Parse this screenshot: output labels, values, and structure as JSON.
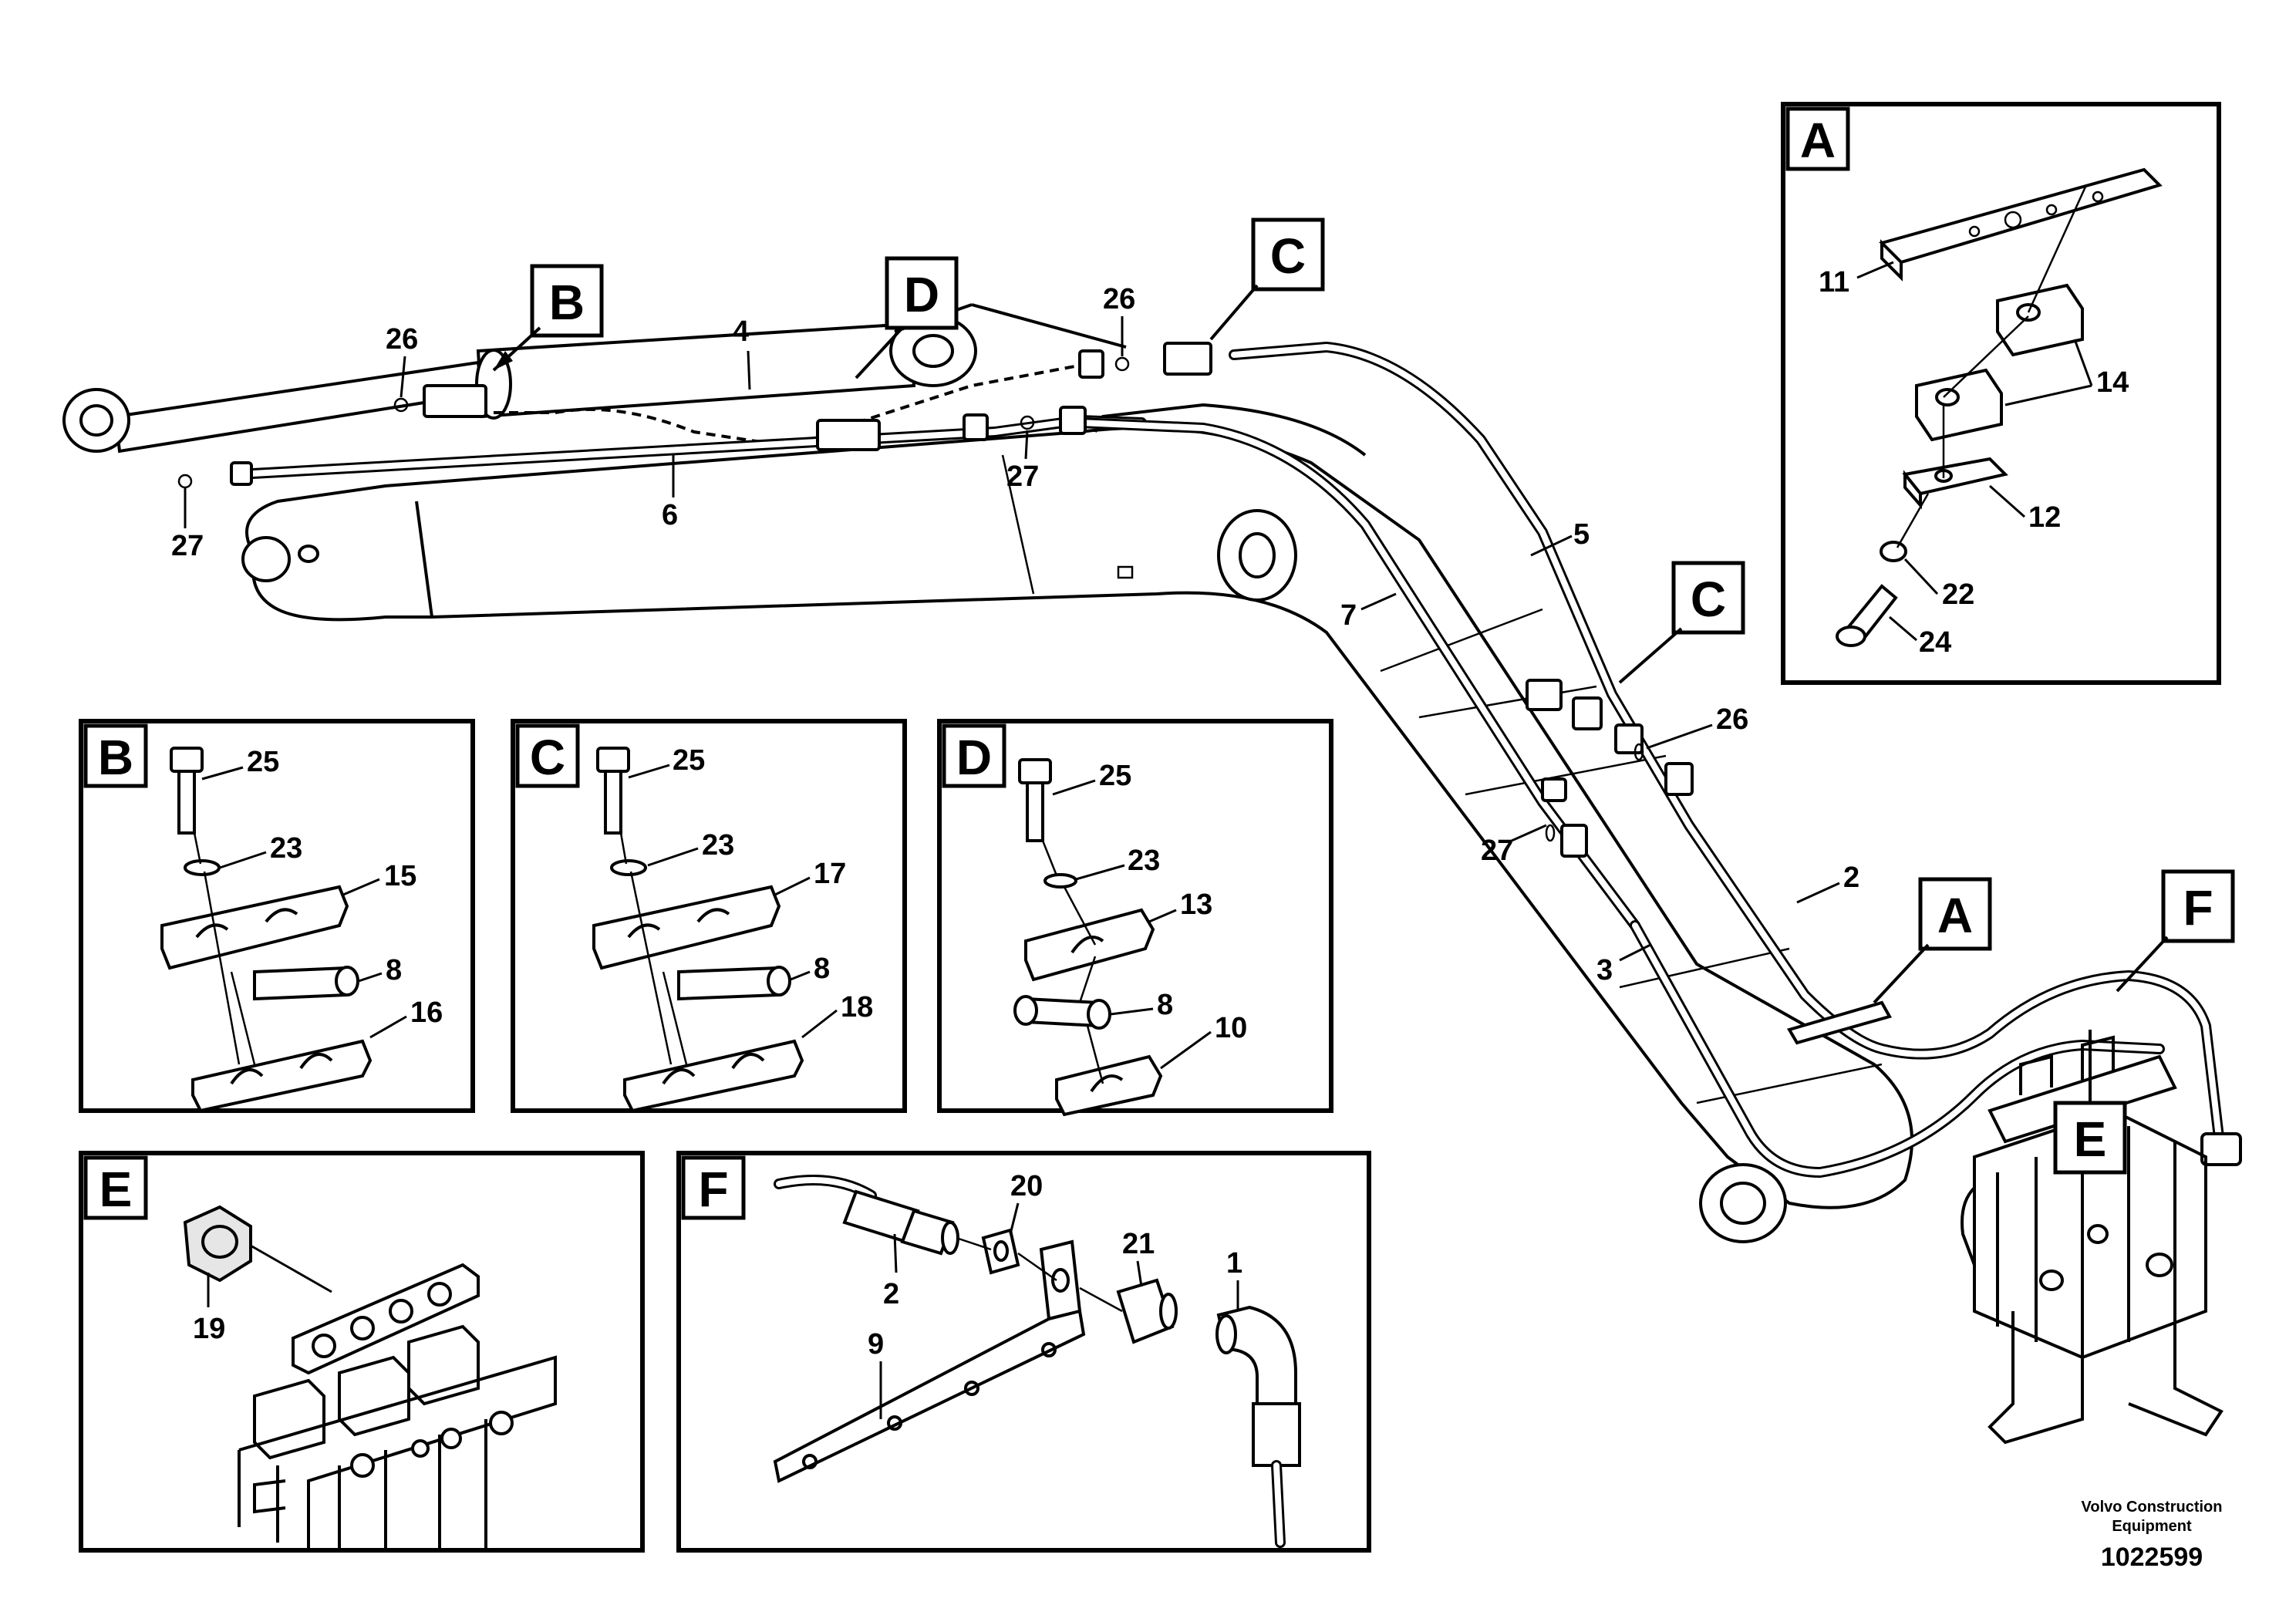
{
  "detail_tags": {
    "a": "A",
    "b": "B",
    "c": "C",
    "d": "D",
    "e": "E",
    "f": "F"
  },
  "parts": {
    "p1": "1",
    "p2": "2",
    "p3": "3",
    "p4": "4",
    "p5": "5",
    "p6": "6",
    "p7": "7",
    "p8": "8",
    "p9": "9",
    "p10": "10",
    "p11": "11",
    "p12": "12",
    "p13": "13",
    "p14": "14",
    "p15": "15",
    "p16": "16",
    "p17": "17",
    "p18": "18",
    "p19": "19",
    "p20": "20",
    "p21": "21",
    "p22": "22",
    "p23": "23",
    "p24": "24",
    "p25": "25",
    "p26": "26",
    "p27": "27"
  },
  "footer": {
    "company_line1": "Volvo Construction",
    "company_line2": "Equipment",
    "part_number": "1022599"
  }
}
